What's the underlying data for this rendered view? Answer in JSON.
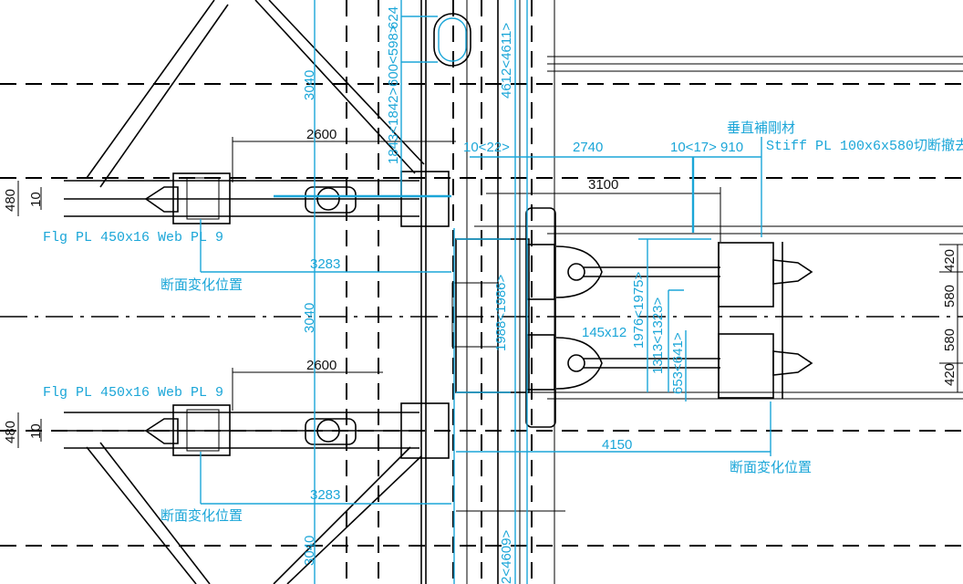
{
  "colors": {
    "dimension": "#1ba6d8",
    "structure": "#000000",
    "background": "#ffffff"
  },
  "dims": {
    "d624": "624",
    "d600": "600<598>",
    "d1843": "1843<1842>",
    "d4612": "4612<4611>",
    "d3040a": "3040",
    "d3040b": "3040",
    "d3040c": "3040",
    "d2600a": "2600",
    "d2600b": "2600",
    "d10_22": "10<22>",
    "d2740": "2740",
    "d10_17": "10<17> 910",
    "d3100": "3100",
    "d480a": "480",
    "d480b": "480",
    "d10a": "10",
    "d10b": "10",
    "d3283a": "3283",
    "d3283b": "3283",
    "d1988": "1988<1986>",
    "d1976": "1976<1975>",
    "d1313": "1313<1323>",
    "d653": "653<641>",
    "r420a": "420",
    "r580a": "580",
    "r580b": "580",
    "r420b": "420",
    "d4150": "4150",
    "d4609": "2<4609>"
  },
  "notes": {
    "stiffener_jp": "垂直補剛材",
    "stiffener_spec": "Stiff PL 100x6x580切断撤去",
    "flange_upper": "Flg PL 450x16  Web PL 9",
    "flange_lower": "Flg PL 450x16  Web PL 9",
    "section_change_1": "断面変化位置",
    "section_change_2": "断面変化位置",
    "section_change_3": "断面変化位置",
    "plate": "145x12"
  }
}
